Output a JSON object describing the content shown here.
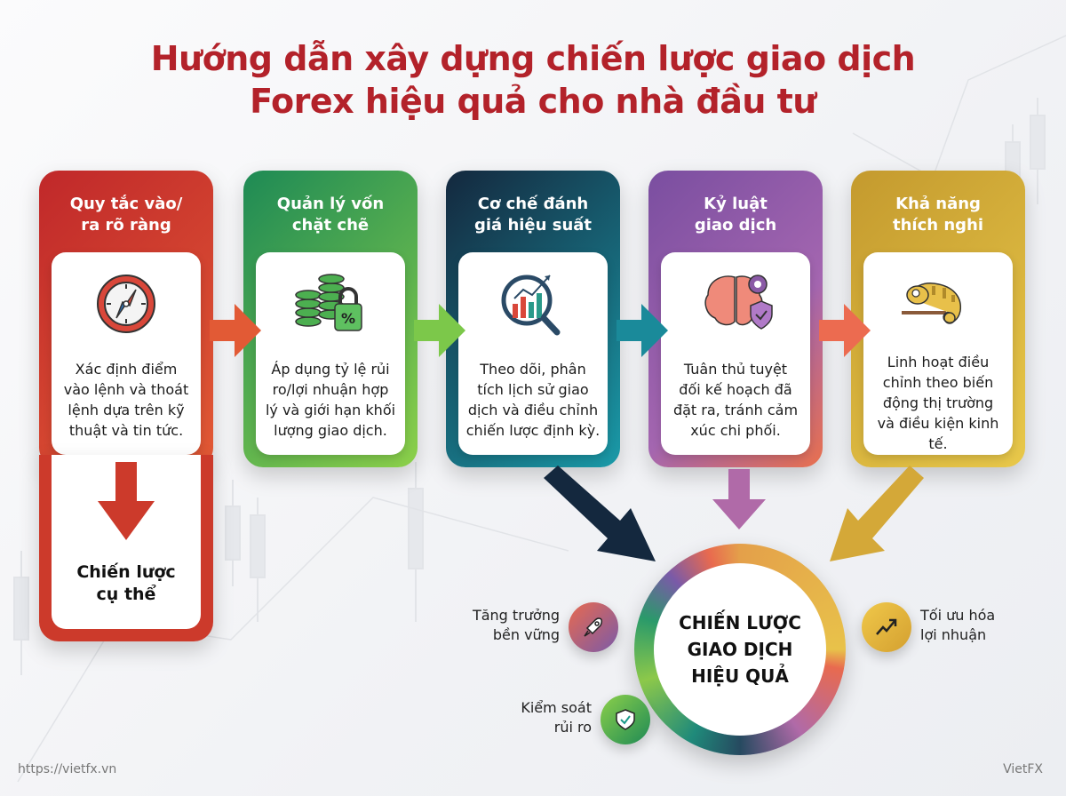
{
  "title": {
    "line1": "Hướng dẫn xây dựng chiến lược giao dịch",
    "line2": "Forex hiệu quả cho nhà đầu tư"
  },
  "steps": [
    {
      "title_line1": "Quy tắc vào/",
      "title_line2": "ra rõ ràng",
      "icon": "compass-icon",
      "color": "#c9302c",
      "text": [
        "Xác định điểm",
        "vào lệnh và thoát",
        "lệnh dựa trên kỹ",
        "thuật và tin tức."
      ]
    },
    {
      "title_line1": "Quản lý vốn",
      "title_line2": "chặt chẽ",
      "icon": "coins-lock-icon",
      "color": "#23935a",
      "text": [
        "Áp dụng tỷ lệ rủi",
        "ro/lợi nhuận hợp",
        "lý và giới hạn khối",
        "lượng giao dịch."
      ]
    },
    {
      "title_line1": "Cơ chế đánh",
      "title_line2": "giá hiệu suất",
      "icon": "magnifier-chart-icon",
      "color": "#16344a",
      "text": [
        "Theo dõi, phân",
        "tích lịch sử giao",
        "dịch và điều chỉnh",
        "chiến lược định kỳ."
      ]
    },
    {
      "title_line1": "Kỷ luật",
      "title_line2": "giao dịch",
      "icon": "brain-shield-icon",
      "color": "#8a5aa6",
      "text": [
        "Tuân thủ tuyệt",
        "đối kế hoạch đã",
        "đặt ra, tránh cảm",
        "xúc chi phối."
      ]
    },
    {
      "title_line1": "Khả năng",
      "title_line2": "thích nghi",
      "icon": "chameleon-icon",
      "color": "#c9a233",
      "text": [
        "Linh hoạt điều",
        "chỉnh theo biến",
        "động thị trường",
        "và điều kiện kinh",
        "tế."
      ]
    }
  ],
  "outcome": {
    "line1": "Chiến lược",
    "line2": "cụ thể"
  },
  "hub": {
    "line1": "CHIẾN LƯỢC",
    "line2": "GIAO DỊCH",
    "line3": "HIỆU QUẢ"
  },
  "benefits": [
    {
      "line1": "Tăng trưởng",
      "line2": "bền vững",
      "icon": "rocket-icon"
    },
    {
      "line1": "Tối ưu hóa",
      "line2": "lợi nhuận",
      "icon": "trend-up-icon"
    },
    {
      "line1": "Kiểm soát",
      "line2": "rủi ro",
      "icon": "shield-check-icon"
    }
  ],
  "footer": {
    "url": "https://vietfx.vn",
    "brand": "VietFX"
  }
}
